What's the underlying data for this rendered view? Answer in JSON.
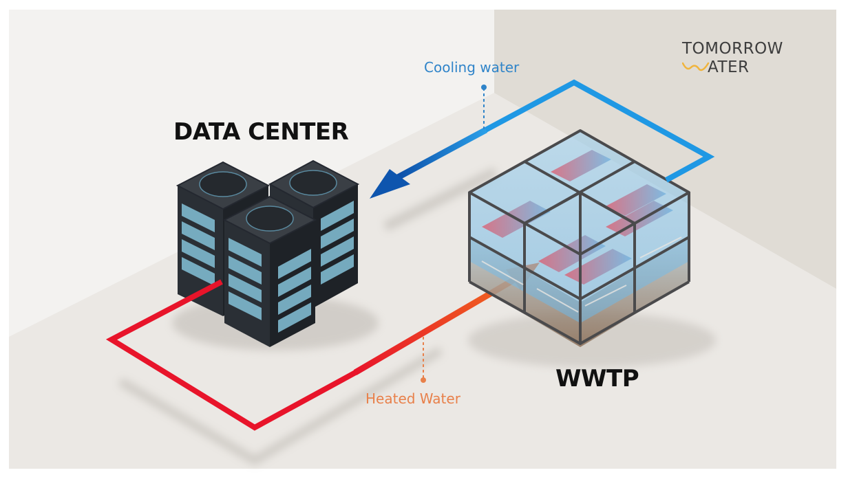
{
  "diagram": {
    "nodes": {
      "data_center": {
        "label": "DATA CENTER"
      },
      "wwtp": {
        "label": "WWTP"
      }
    },
    "flows": {
      "cooling": {
        "label": "Cooling water",
        "from": "WWTP",
        "to": "DATA CENTER",
        "color": "#1a6fc4"
      },
      "heated": {
        "label": "Heated Water",
        "from": "DATA CENTER",
        "to": "WWTP",
        "color": "#e8392a"
      }
    }
  },
  "brand": {
    "line1": "TOMORROW",
    "line2": "ATER",
    "wave_color": "#f0b43c",
    "text_color": "#3d3d3d"
  },
  "colors": {
    "wall_left": "#f3f2f0",
    "wall_right": "#e0ddd7",
    "floor": "#ebe8e4",
    "server": "#2b3036",
    "server_panel": "#7fb9cf",
    "tank_water": "#8fc6e8",
    "tank_sludge": "#8b705c",
    "cool_light": "#1ea0e6",
    "cool_dark": "#0f57b0",
    "heat_red": "#e8142a",
    "heat_orange": "#ee6a22"
  }
}
